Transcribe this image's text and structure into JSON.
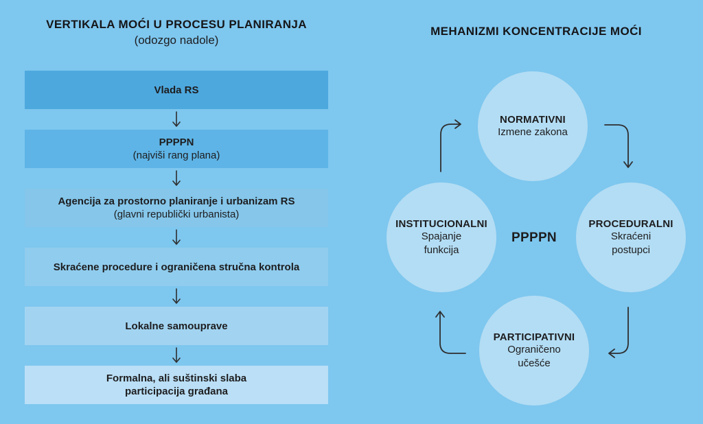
{
  "left": {
    "title": "VERTIKALA MOĆI U PROCESU PLANIRANJA",
    "subtitle": "(odozgo nadole)",
    "boxes": [
      {
        "title": "Vlada RS",
        "color": "#4da8de"
      },
      {
        "title": "PPPPN",
        "subtitle": "(najviši rang plana)",
        "color": "#5eb4e6"
      },
      {
        "title": "Agencija za prostorno planiranje i urbanizam RS",
        "subtitle": "(glavni republički urbanista)",
        "color": "#85c6ea"
      },
      {
        "title": "Skraćene procedure i ograničena stručna kontrola",
        "color": "#90cced"
      },
      {
        "title": "Lokalne samouprave",
        "color": "#a2d4f1"
      },
      {
        "title": "Formalna, ali suštinski slaba",
        "title_line2": "participacija građana",
        "color": "#badff6"
      }
    ]
  },
  "right": {
    "title": "MEHANIZMI KONCENTRACIJE MOĆI",
    "center_label": "PPPPN",
    "nodes": [
      {
        "position": "top",
        "label": "NORMATIVNI",
        "text": "Izmene zakona"
      },
      {
        "position": "right",
        "label": "PROCEDURALNI",
        "text": "Skraćeni postupci"
      },
      {
        "position": "bottom",
        "label": "PARTICIPATIVNI",
        "text": "Ograničeno učešće"
      },
      {
        "position": "left",
        "label": "INSTITUCIONALNI",
        "text": "Spajanje funkcija"
      }
    ],
    "cycle_direction": "clockwise",
    "node_color": "#b3ddf4"
  },
  "colors": {
    "background": "#7ec7ef",
    "text": "#1d1d1f",
    "arrow": "#2e2e2e"
  }
}
